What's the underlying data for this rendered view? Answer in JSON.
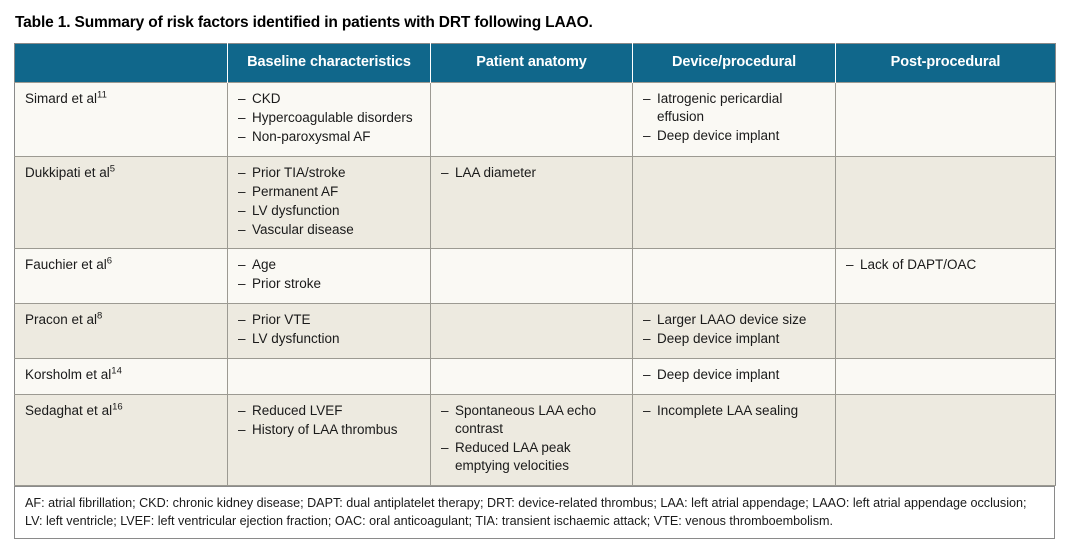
{
  "title": "Table 1. Summary of risk factors identified in patients with DRT following LAAO.",
  "colors": {
    "header_teal": "#10678B",
    "row_light": "#FAF9F4",
    "row_beige": "#EDEAE0",
    "border": "#9C9A92"
  },
  "table": {
    "headers": {
      "study": "",
      "baseline": "Baseline characteristics",
      "anatomy": "Patient anatomy",
      "device": "Device/procedural",
      "post": "Post-procedural"
    },
    "rows": [
      {
        "study": "Simard et al",
        "ref": "11",
        "baseline": [
          "CKD",
          "Hypercoagulable disorders",
          "Non-paroxysmal AF"
        ],
        "anatomy": [],
        "device": [
          "Iatrogenic pericardial effusion",
          "Deep device implant"
        ],
        "post": []
      },
      {
        "study": "Dukkipati et al",
        "ref": "5",
        "baseline": [
          "Prior TIA/stroke",
          "Permanent AF",
          "LV dysfunction",
          "Vascular disease"
        ],
        "anatomy": [
          "LAA diameter"
        ],
        "device": [],
        "post": []
      },
      {
        "study": "Fauchier et al",
        "ref": "6",
        "baseline": [
          "Age",
          "Prior stroke"
        ],
        "anatomy": [],
        "device": [],
        "post": [
          "Lack of DAPT/OAC"
        ]
      },
      {
        "study": "Pracon et al",
        "ref": "8",
        "baseline": [
          "Prior VTE",
          "LV dysfunction"
        ],
        "anatomy": [],
        "device": [
          "Larger LAAO device size",
          "Deep device implant"
        ],
        "post": []
      },
      {
        "study": "Korsholm et al",
        "ref": "14",
        "baseline": [],
        "anatomy": [],
        "device": [
          "Deep device implant"
        ],
        "post": []
      },
      {
        "study": "Sedaghat et al",
        "ref": "16",
        "baseline": [
          "Reduced LVEF",
          "History of LAA thrombus"
        ],
        "anatomy": [
          "Spontaneous LAA echo contrast",
          "Reduced LAA peak emptying velocities"
        ],
        "device": [
          "Incomplete LAA sealing"
        ],
        "post": []
      }
    ]
  },
  "footnote": "AF: atrial fibrillation; CKD: chronic kidney disease; DAPT: dual antiplatelet therapy; DRT: device-related thrombus; LAA: left atrial appendage; LAAO: left atrial appendage occlusion; LV: left ventricle; LVEF: left ventricular ejection fraction; OAC: oral anticoagulant; TIA: transient ischaemic attack; VTE: venous thromboembolism."
}
